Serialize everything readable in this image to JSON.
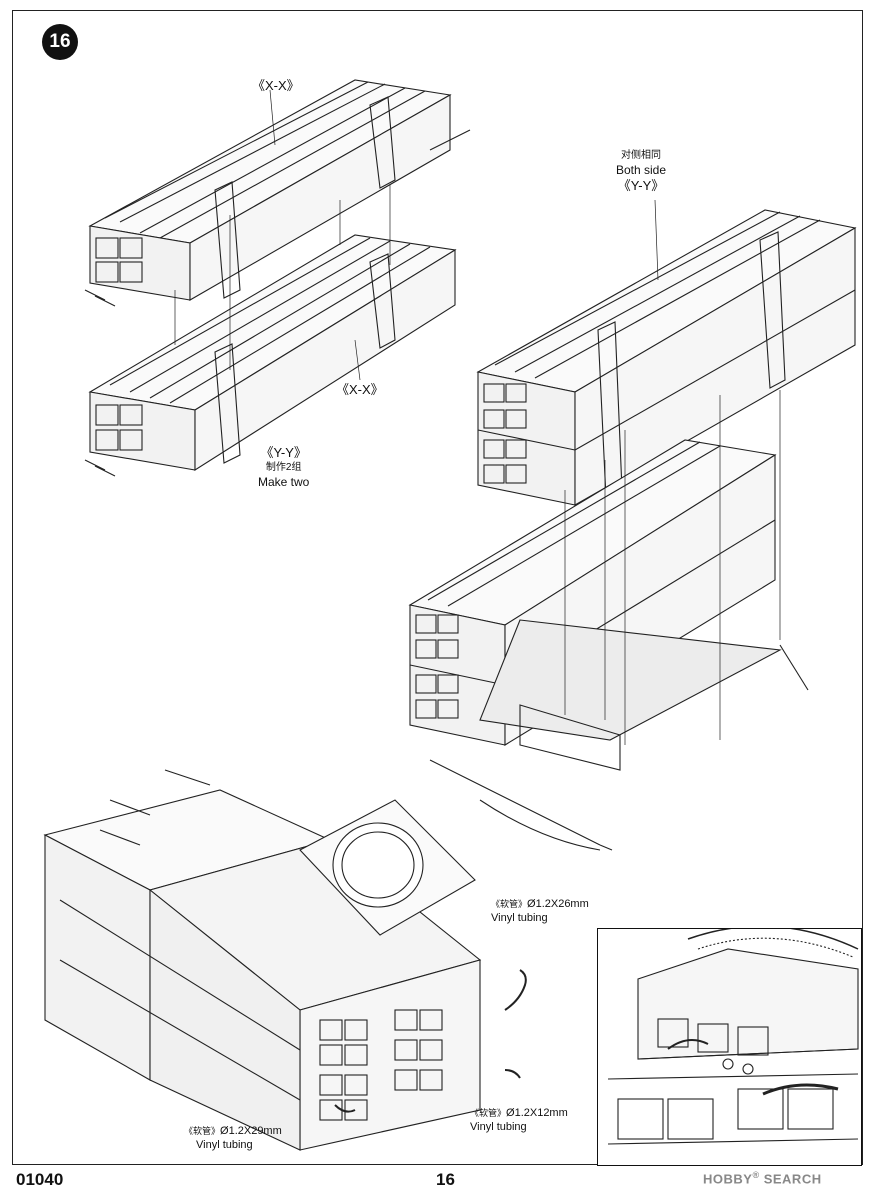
{
  "step": {
    "number": "16"
  },
  "labels": {
    "xx_top": "《X-X》",
    "xx_mid": "《X-X》",
    "yy_left": "《Y-Y》",
    "make_two_cn": "制作2组",
    "make_two_en": "Make two",
    "both_side_cn": "对侧相同",
    "both_side_en": "Both side",
    "yy_right": "《Y-Y》"
  },
  "tubing": [
    {
      "cn": "《软管》",
      "size": "Ø1.2X26mm",
      "en": "Vinyl tubing"
    },
    {
      "cn": "《软管》",
      "size": "Ø1.2X29mm",
      "en": "Vinyl tubing"
    },
    {
      "cn": "《软管》",
      "size": "Ø1.2X12mm",
      "en": "Vinyl tubing"
    }
  ],
  "footer": {
    "code": "01040",
    "page": "16"
  },
  "watermark": {
    "brand": "HOBBY",
    "reg": "®",
    "suffix": " SEARCH"
  }
}
